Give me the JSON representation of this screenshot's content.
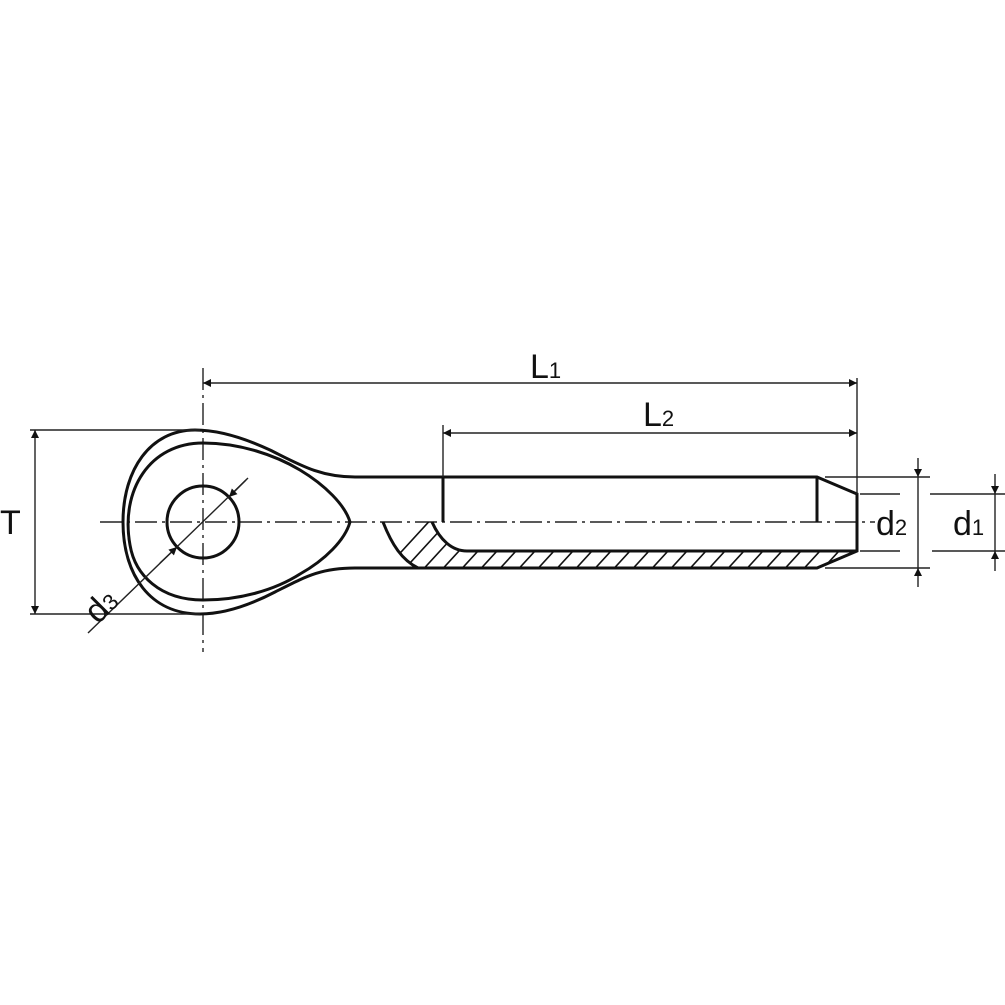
{
  "title": "Eye terminal dimension drawing",
  "labels": {
    "L1": {
      "main": "L",
      "sub": "1"
    },
    "L2": {
      "main": "L",
      "sub": "2"
    },
    "T": {
      "main": "T"
    },
    "d1": {
      "main": "d",
      "sub": "1"
    },
    "d2": {
      "main": "d",
      "sub": "2"
    },
    "d3": {
      "main": "d",
      "sub": "3"
    }
  },
  "colors": {
    "line": "#111111",
    "background": "#ffffff"
  }
}
